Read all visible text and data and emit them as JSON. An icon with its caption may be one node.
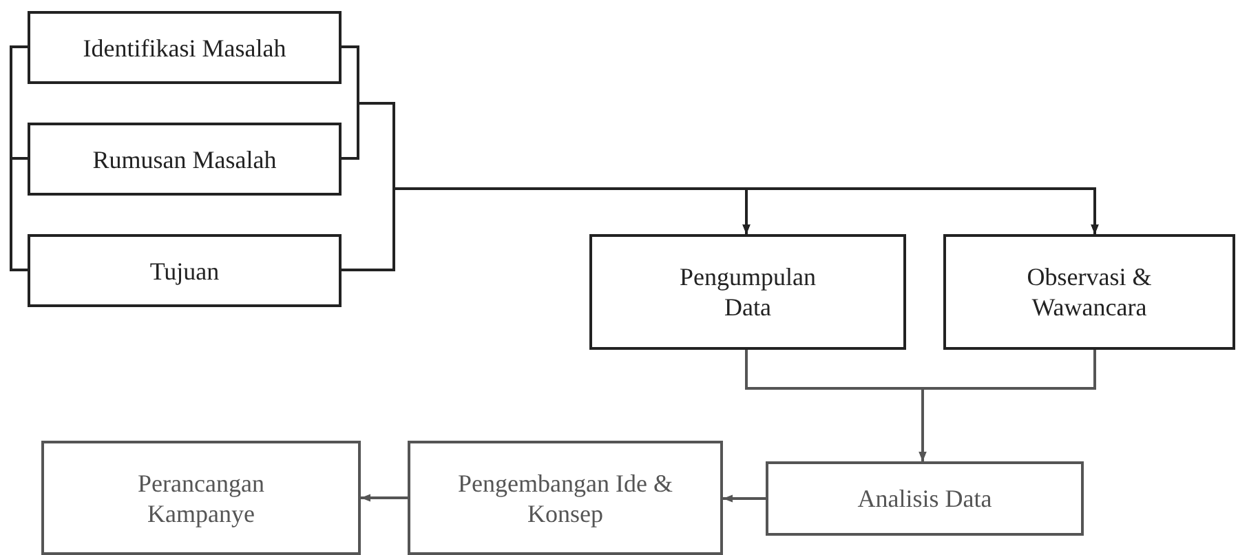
{
  "diagram": {
    "nodes": [
      {
        "text": [
          "Identifikasi Masalah"
        ]
      },
      {
        "text": [
          "Rumusan Masalah"
        ]
      },
      {
        "text": [
          "Tujuan"
        ]
      },
      {
        "text": [
          "Pengumpulan Data"
        ]
      },
      {
        "text": [
          "Observasi & Wawancara"
        ]
      },
      {
        "text": [
          "Analisis Data"
        ]
      },
      {
        "text": [
          "Pengembangan Ide & Konsep"
        ]
      },
      {
        "text": [
          "Perancangan Kampanye"
        ]
      }
    ],
    "edges": [
      {
        "from": 0,
        "to": 1,
        "arrow": "none"
      },
      {
        "from": 1,
        "to": 2,
        "arrow": "none"
      },
      {
        "from": 0,
        "to": 3,
        "arrow": "to"
      },
      {
        "from": 1,
        "to": 3,
        "arrow": "to"
      },
      {
        "from": 2,
        "to": 3,
        "arrow": "to"
      },
      {
        "from": 0,
        "to": 4,
        "arrow": "to"
      },
      {
        "from": 1,
        "to": 4,
        "arrow": "to"
      },
      {
        "from": 2,
        "to": 4,
        "arrow": "to"
      },
      {
        "from": 3,
        "to": 5,
        "arrow": "to",
        "color": "#555555"
      },
      {
        "from": 4,
        "to": 5,
        "arrow": "to",
        "color": "#555555"
      },
      {
        "from": 5,
        "to": 6,
        "arrow": "to",
        "color": "#555555"
      },
      {
        "from": 6,
        "to": 7,
        "arrow": "to",
        "color": "#555555"
      }
    ]
  }
}
